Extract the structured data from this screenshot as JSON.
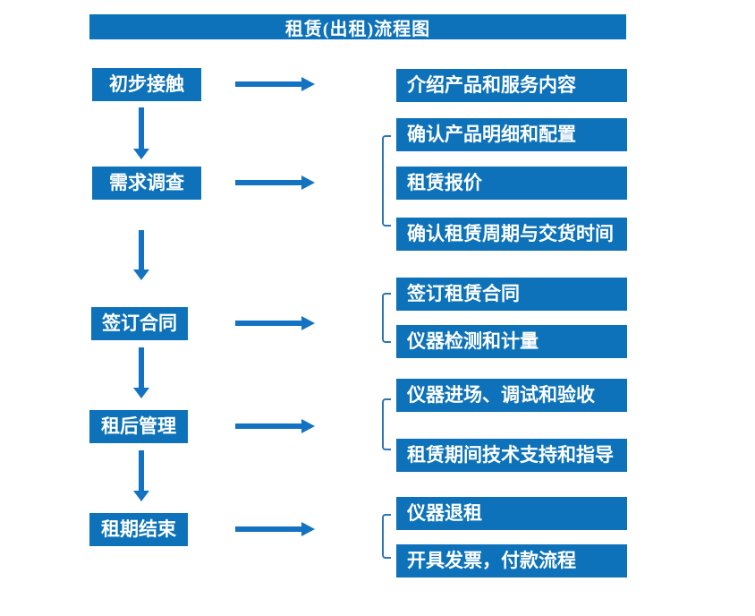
{
  "title": "租赁(出租)流程图",
  "colors": {
    "box_fill": "#0d72b9",
    "arrow": "#1373c2",
    "bracket": "#2e75b6",
    "text": "#ffffff",
    "background": "#ffffff"
  },
  "steps": [
    {
      "label": "初步接触",
      "outputs": [
        "介绍产品和服务内容"
      ]
    },
    {
      "label": "需求调查",
      "outputs": [
        "确认产品明细和配置",
        "租赁报价",
        "确认租赁周期与交货时间"
      ]
    },
    {
      "label": "签订合同",
      "outputs": [
        "签订租赁合同",
        "仪器检测和计量"
      ]
    },
    {
      "label": "租后管理",
      "outputs": [
        "仪器进场、调试和验收",
        "租赁期间技术支持和指导"
      ]
    },
    {
      "label": "租期结束",
      "outputs": [
        "仪器退租",
        "开具发票，付款流程"
      ]
    }
  ]
}
